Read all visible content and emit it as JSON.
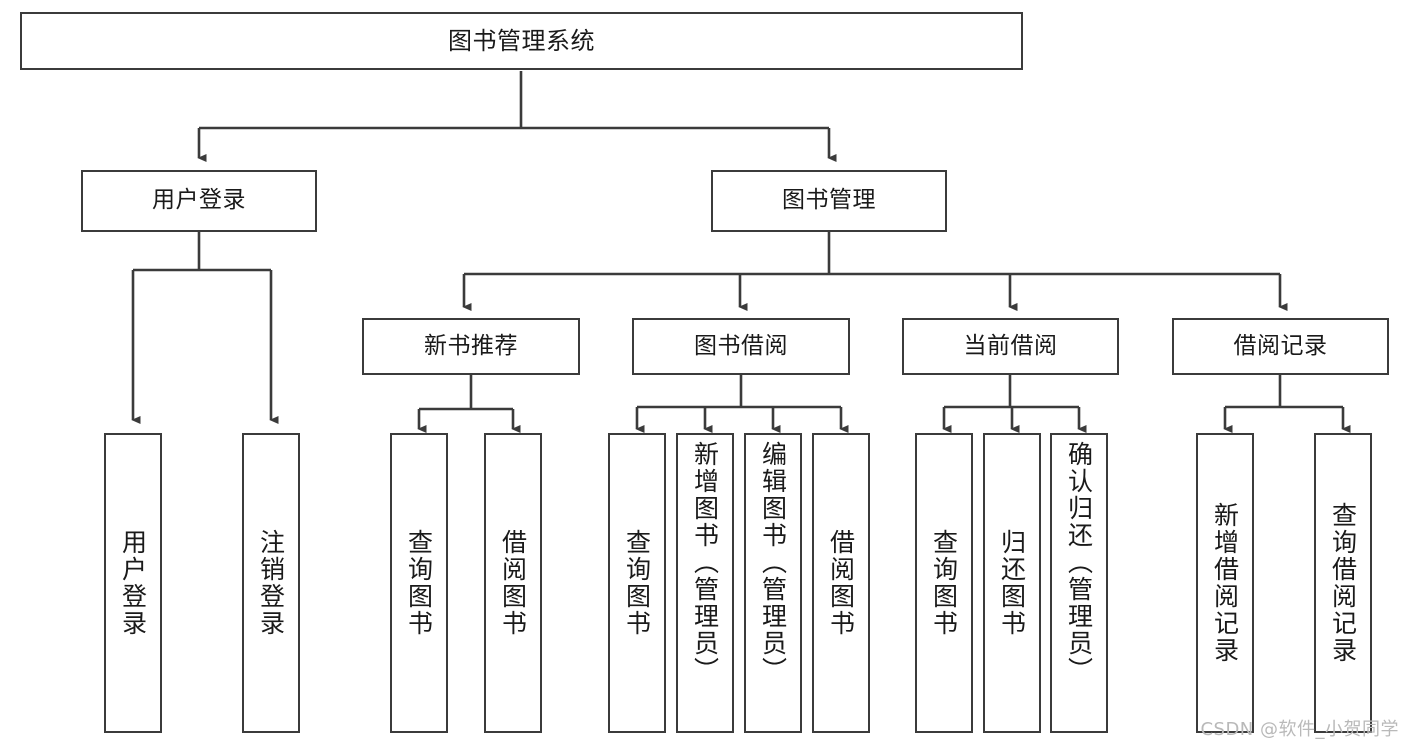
{
  "diagram": {
    "title": "图书管理系统",
    "type": "tree-hierarchy-chart",
    "watermark": "CSDN @软件_小贺同学",
    "colors": {
      "box_border": "#3b3b3b",
      "box_fill": "#ffffff",
      "edge": "#3b3b3b",
      "text": "#1a1a1a",
      "watermark": "#b9b9b9"
    },
    "root": {
      "label": "图书管理系统"
    },
    "level2": [
      {
        "label": "用户登录"
      },
      {
        "label": "图书管理"
      }
    ],
    "level3": [
      {
        "label": "新书推荐"
      },
      {
        "label": "图书借阅"
      },
      {
        "label": "当前借阅"
      },
      {
        "label": "借阅记录"
      }
    ],
    "leaves": {
      "user_login": [
        {
          "label": "用户登录"
        },
        {
          "label": "注销登录"
        }
      ],
      "new_book_recommend": [
        {
          "label": "查询图书"
        },
        {
          "label": "借阅图书"
        }
      ],
      "book_borrow": [
        {
          "label": "查询图书"
        },
        {
          "label": "新增图书（管理员）"
        },
        {
          "label": "编辑图书（管理员）"
        },
        {
          "label": "借阅图书"
        }
      ],
      "current_borrow": [
        {
          "label": "查询图书"
        },
        {
          "label": "归还图书"
        },
        {
          "label": "确认归还（管理员）"
        }
      ],
      "borrow_record": [
        {
          "label": "新增借阅记录"
        },
        {
          "label": "查询借阅记录"
        }
      ]
    }
  }
}
